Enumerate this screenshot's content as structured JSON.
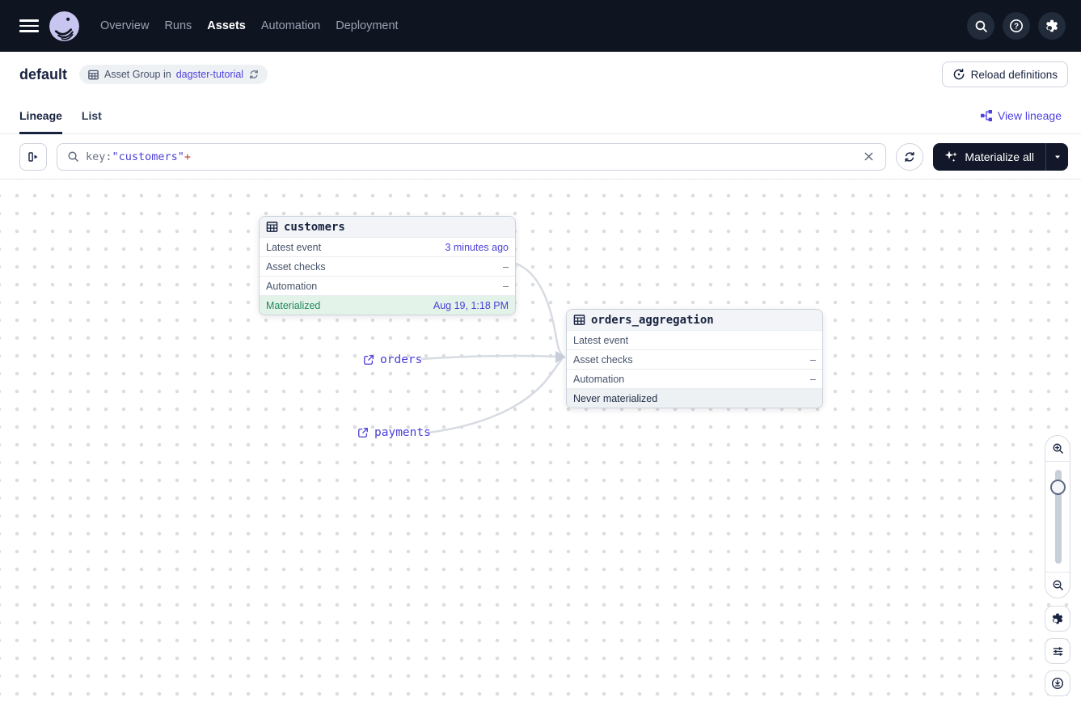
{
  "nav": {
    "items": [
      {
        "label": "Overview",
        "active": false
      },
      {
        "label": "Runs",
        "active": false
      },
      {
        "label": "Assets",
        "active": true
      },
      {
        "label": "Automation",
        "active": false
      },
      {
        "label": "Deployment",
        "active": false
      }
    ],
    "icons": {
      "search": "magnifier",
      "help": "question-mark-circle",
      "settings": "gear",
      "menu": "hamburger",
      "logo": "dagster-octopus"
    }
  },
  "header": {
    "title": "default",
    "badge": {
      "icon": "asset-group-grid",
      "text": "Asset Group in",
      "link": "dagster-tutorial",
      "refresh_icon": "sync-arrows"
    },
    "reload_button": "Reload definitions"
  },
  "tabs": {
    "items": [
      {
        "label": "Lineage",
        "active": true
      },
      {
        "label": "List",
        "active": false
      }
    ],
    "view_lineage": "View lineage"
  },
  "toolbar": {
    "panel_toggle_icon": "open-panel-right",
    "search": {
      "icon": "magnifier",
      "token_key": "key:",
      "token_value": "\"customers\"",
      "token_op": "+",
      "clear_icon": "x"
    },
    "refresh_icon": "sync-arrows",
    "materialize_button": "Materialize all",
    "materialize_icon": "sparkles",
    "caret_icon": "caret-down"
  },
  "graph": {
    "customers": {
      "title": "customers",
      "rows": [
        {
          "label": "Latest event",
          "value": "3 minutes ago"
        },
        {
          "label": "Asset checks",
          "value": "–"
        },
        {
          "label": "Automation",
          "value": "–"
        },
        {
          "label": "Materialized",
          "value": "Aug 19, 1:18 PM"
        }
      ]
    },
    "orders_aggregation": {
      "title": "orders_aggregation",
      "rows": [
        {
          "label": "Latest event",
          "value": ""
        },
        {
          "label": "Asset checks",
          "value": "–"
        },
        {
          "label": "Automation",
          "value": "–"
        }
      ],
      "status": "Never materialized"
    },
    "external_nodes": [
      {
        "label": "orders"
      },
      {
        "label": "payments"
      }
    ]
  },
  "zoom_controls": {
    "icons": [
      "zoom-in",
      "slider",
      "zoom-out",
      "gear",
      "filters",
      "recenter"
    ]
  },
  "colors": {
    "accent_link": "#4F43DD",
    "mono_link": "#4B3FD6",
    "navy": "#121829",
    "nav_bg": "#0E1420",
    "green_text": "#21875B",
    "green_bg": "#E3F3EA",
    "never_bg": "#EEF1F4",
    "edge": "#D7DBE2",
    "op_red": "#B5402F",
    "logo_lavender": "#C9C5F1"
  }
}
